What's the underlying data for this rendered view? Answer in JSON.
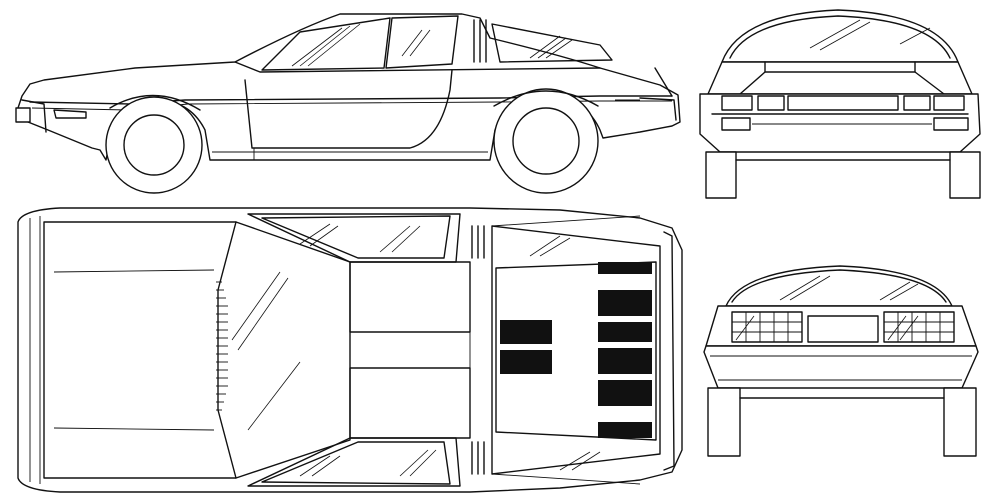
{
  "drawing": {
    "ink_color": "#111111",
    "paper_color": "#ffffff",
    "views": [
      {
        "name": "side",
        "icon": "car-side-view"
      },
      {
        "name": "top",
        "icon": "car-top-view"
      },
      {
        "name": "front",
        "icon": "car-front-view"
      },
      {
        "name": "rear",
        "icon": "car-rear-view"
      }
    ]
  }
}
